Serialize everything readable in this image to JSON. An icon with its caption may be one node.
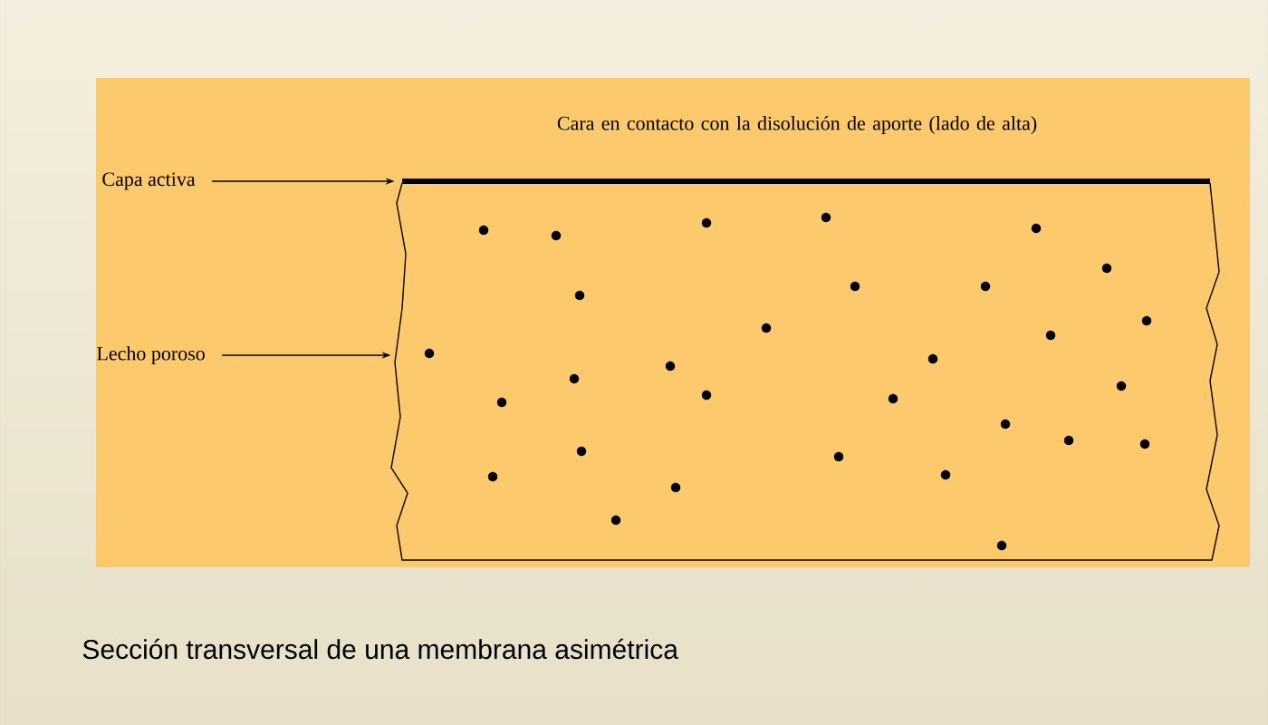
{
  "diagram": {
    "caption": "Sección transversal de una membrana asimétrica",
    "nodes": [
      {
        "text": [
          "Capa activa"
        ]
      },
      {
        "text": [],
        "shape": "bar"
      },
      {
        "text": [
          "Lecho poroso"
        ]
      },
      {
        "text": [],
        "shape": "box"
      }
    ],
    "edges": [
      {
        "from": 0,
        "to": 1,
        "arrow": "to"
      },
      {
        "from": 2,
        "to": 3,
        "arrow": "to"
      }
    ],
    "labels": [
      "Cara en contacto con la disolución de aporte (lado de alta)"
    ]
  }
}
